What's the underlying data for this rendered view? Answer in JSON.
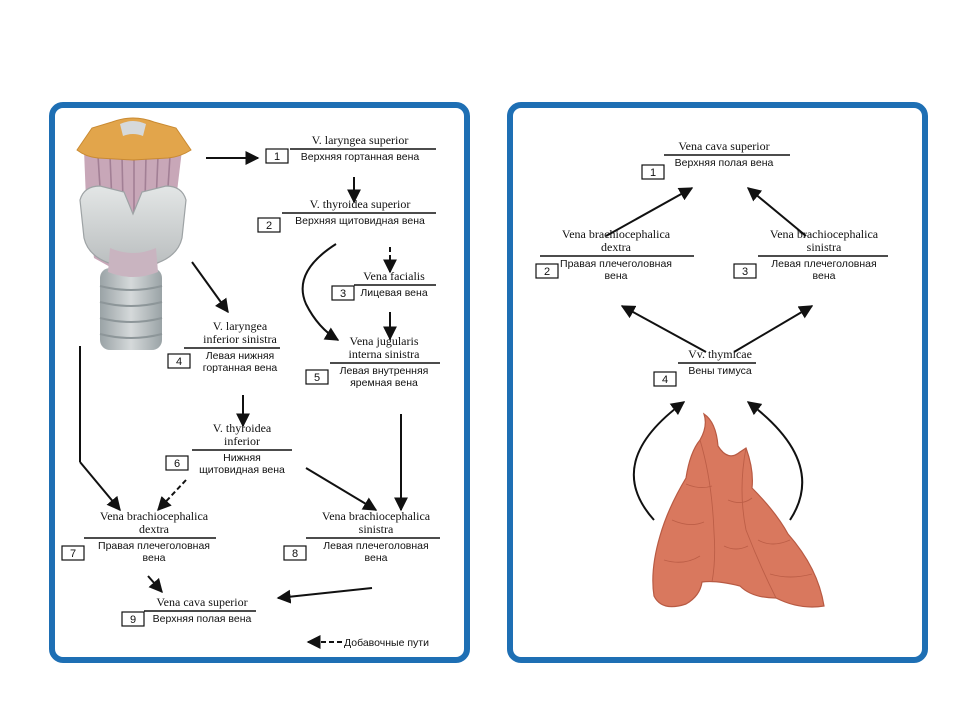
{
  "left": {
    "nodes": [
      {
        "num": "1",
        "lat": [
          "V. laryngea superior"
        ],
        "rus": [
          "Верхняя гортанная вена"
        ]
      },
      {
        "num": "2",
        "lat": [
          "V. thyroidea superior"
        ],
        "rus": [
          "Верхняя щитовидная вена"
        ]
      },
      {
        "num": "3",
        "lat": [
          "Vena facialis"
        ],
        "rus": [
          "Лицевая вена"
        ]
      },
      {
        "num": "4",
        "lat": [
          "V. laryngea",
          "inferior sinistra"
        ],
        "rus": [
          "Левая нижняя",
          "гортанная вена"
        ]
      },
      {
        "num": "5",
        "lat": [
          "Vena jugularis",
          "interna sinistra"
        ],
        "rus": [
          "Левая внутренняя",
          "яремная вена"
        ]
      },
      {
        "num": "6",
        "lat": [
          "V. thyroidea",
          "inferior"
        ],
        "rus": [
          "Нижняя",
          "щитовидная вена"
        ]
      },
      {
        "num": "7",
        "lat": [
          "Vena brachiocephalica",
          "dextra"
        ],
        "rus": [
          "Правая плечеголовная",
          "вена"
        ]
      },
      {
        "num": "8",
        "lat": [
          "Vena brachiocephalica",
          "sinistra"
        ],
        "rus": [
          "Левая плечеголовная",
          "вена"
        ]
      },
      {
        "num": "9",
        "lat": [
          "Vena cava superior"
        ],
        "rus": [
          "Верхняя полая вена"
        ]
      }
    ],
    "legend": "Добавочные пути"
  },
  "right": {
    "nodes": [
      {
        "num": "1",
        "lat": [
          "Vena cava superior"
        ],
        "rus": [
          "Верхняя полая вена"
        ]
      },
      {
        "num": "2",
        "lat": [
          "Vena brachiocephalica",
          "dextra"
        ],
        "rus": [
          "Правая плечеголовная",
          "вена"
        ]
      },
      {
        "num": "3",
        "lat": [
          "Vena brachiocephalica",
          "sinistra"
        ],
        "rus": [
          "Левая плечеголовная",
          "вена"
        ]
      },
      {
        "num": "4",
        "lat": [
          "Vv. thymicae"
        ],
        "rus": [
          "Вены тимуса"
        ]
      }
    ]
  },
  "colors": {
    "frame": "#1e6fb4",
    "cartilage": "#e2a54b",
    "thymus": "#d9785e"
  }
}
